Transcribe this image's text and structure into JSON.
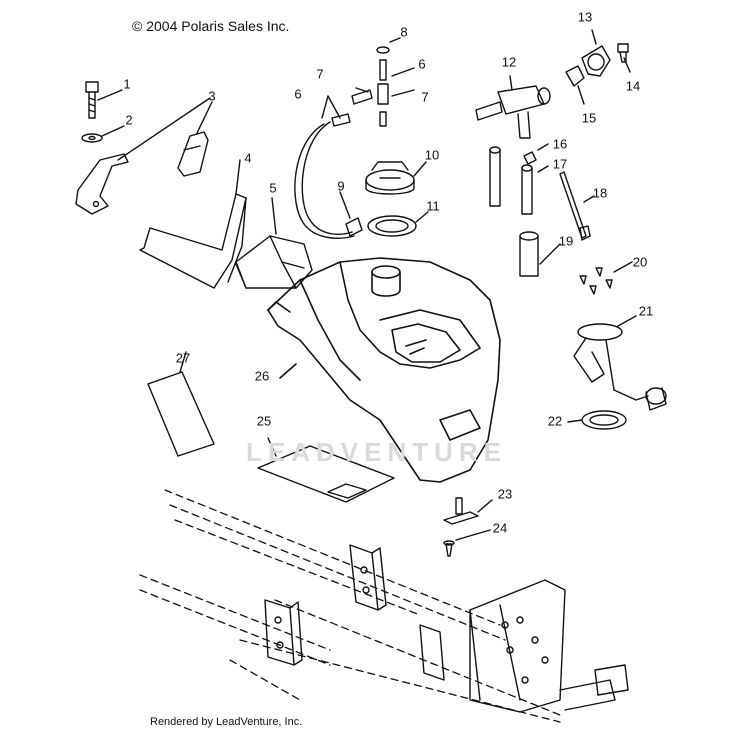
{
  "copyright": "© 2004 Polaris Sales Inc.",
  "footer": "Rendered by LeadVenture, Inc.",
  "watermark": "LEADVENTURE",
  "callouts": [
    {
      "id": "c1",
      "label": "1"
    },
    {
      "id": "c2",
      "label": "2"
    },
    {
      "id": "c3",
      "label": "3"
    },
    {
      "id": "c4",
      "label": "4"
    },
    {
      "id": "c5",
      "label": "5"
    },
    {
      "id": "c6a",
      "label": "6"
    },
    {
      "id": "c6b",
      "label": "6"
    },
    {
      "id": "c7a",
      "label": "7"
    },
    {
      "id": "c7b",
      "label": "7"
    },
    {
      "id": "c8",
      "label": "8"
    },
    {
      "id": "c9",
      "label": "9"
    },
    {
      "id": "c10",
      "label": "10"
    },
    {
      "id": "c11",
      "label": "11"
    },
    {
      "id": "c12",
      "label": "12"
    },
    {
      "id": "c13",
      "label": "13"
    },
    {
      "id": "c14",
      "label": "14"
    },
    {
      "id": "c15",
      "label": "15"
    },
    {
      "id": "c16",
      "label": "16"
    },
    {
      "id": "c17",
      "label": "17"
    },
    {
      "id": "c18",
      "label": "18"
    },
    {
      "id": "c19",
      "label": "19"
    },
    {
      "id": "c20",
      "label": "20"
    },
    {
      "id": "c21",
      "label": "21"
    },
    {
      "id": "c22",
      "label": "22"
    },
    {
      "id": "c23",
      "label": "23"
    },
    {
      "id": "c24",
      "label": "24"
    },
    {
      "id": "c25",
      "label": "25"
    },
    {
      "id": "c26",
      "label": "26"
    },
    {
      "id": "c27",
      "label": "27"
    }
  ]
}
